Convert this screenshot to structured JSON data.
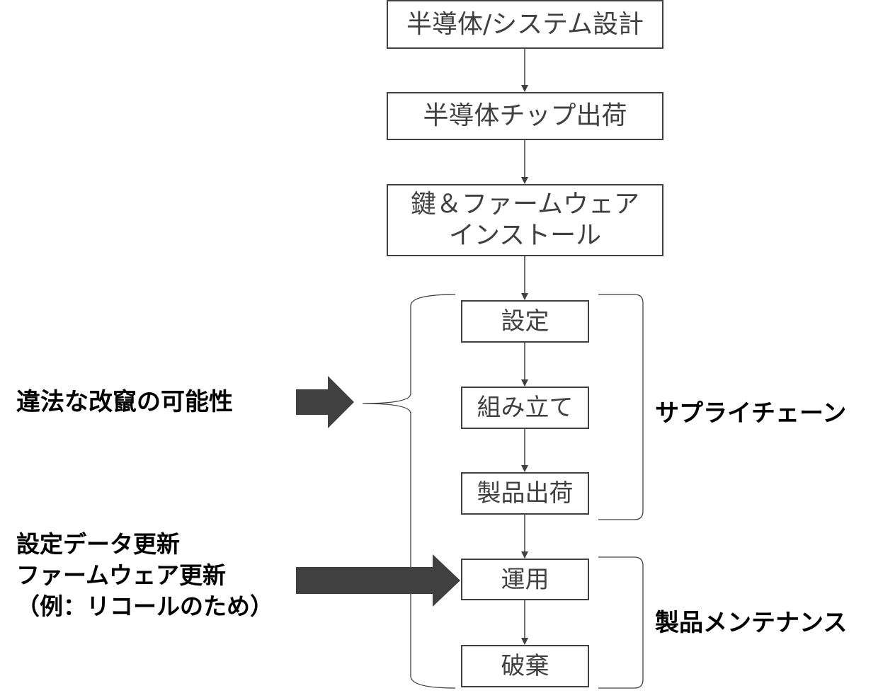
{
  "steps": {
    "design": "半導体/システム設計",
    "chip_ship": "半導体チップ出荷",
    "key_install": "鍵＆ファームウェア\nインストール",
    "config": "設定",
    "assembly": "組み立て",
    "product_ship": "製品出荷",
    "operation": "運用",
    "disposal": "破棄"
  },
  "groups": {
    "supply_chain": "サプライチェーン",
    "maintenance": "製品メンテナンス"
  },
  "annotations": {
    "tampering": "違法な改竄の可能性",
    "updates": "設定データ更新\nファームウェア更新\n（例：リコールのため）"
  },
  "colors": {
    "box_border": "#404040",
    "box_text": "#404040",
    "arrow_fill": "#404040",
    "label_text": "#000000"
  }
}
